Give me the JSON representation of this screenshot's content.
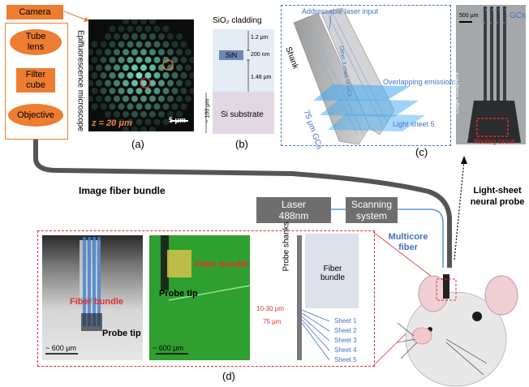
{
  "microscope": {
    "camera": "Camera",
    "tube_lens": "Tube lens",
    "filter_cube": "Filter cube",
    "objective": "Objective",
    "title": "Epifluorescence microscope"
  },
  "panel_a": {
    "label": "(a)",
    "z_text": "z = 20 μm",
    "scale": "5 μm"
  },
  "panel_b": {
    "label": "(b)",
    "cladding": "SiO₂ cladding",
    "thick_top": "1.2 μm",
    "sin": "SiN",
    "sin_thick": "200 nm",
    "thick_bottom": "1.48 μm",
    "substrate": "Si substrate",
    "substrate_thick": "~ 100 μm"
  },
  "panel_c": {
    "label": "(c)",
    "laser_input": "Addressable laser input",
    "other_rows": "Other 3 rows of GCs",
    "shank": "Shank",
    "overlap": "Overlapping emissions",
    "sheet5": "Light sheet 5",
    "gcs_75": "75 μm GCs",
    "scale": "500 μm",
    "gcs": "GCs",
    "edge": "Edge couplers",
    "routing": "Routing circuit"
  },
  "system": {
    "image_fiber": "Image fiber bundle",
    "laser": "Laser 488nm",
    "scanning": "Scanning system",
    "probe_title": "Light-sheet neural probe",
    "multicore": "Multicore fiber"
  },
  "panel_d": {
    "label": "(d)",
    "fiber_bundle_1": "Fiber bundle",
    "probe_tip_1": "Probe tip",
    "scale_1": "~ 600 μm",
    "fiber_bundle_2": "Fiber bundle",
    "probe_tip_2": "Probe tip",
    "scale_2": "~ 600 μm",
    "probe_shanks": "Probe shanks",
    "fiber_bundle_3": "Fiber bundle",
    "gap1": "10-30 μm",
    "gap2": "75 μm",
    "sheets": [
      "Sheet 1",
      "Sheet 2",
      "Sheet 3",
      "Sheet 4",
      "Sheet 5"
    ]
  },
  "colors": {
    "orange": "#ed7d31",
    "blue_dash": "#4472c4",
    "red_dash": "#e03030",
    "gray_box": "#6e6e6e",
    "light_blue": "#5b9bd5"
  }
}
